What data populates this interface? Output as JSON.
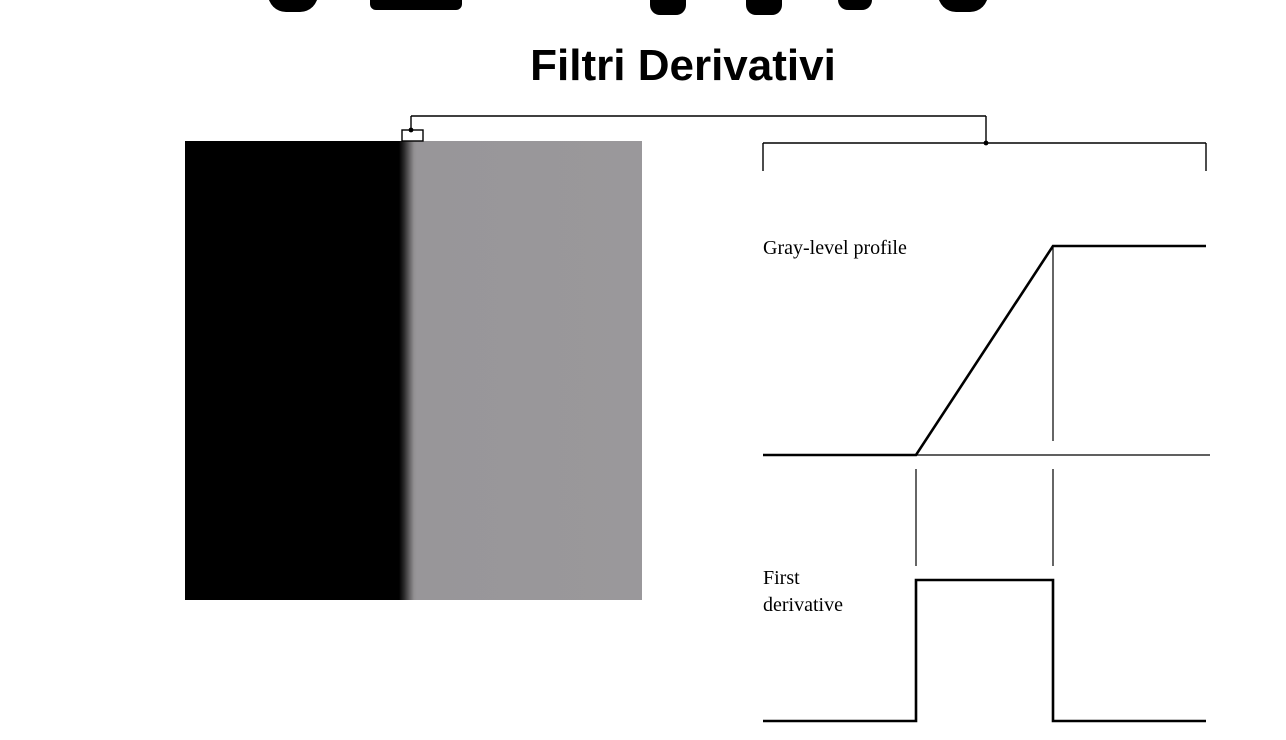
{
  "slide": {
    "title": "Filtri Derivativi"
  },
  "labels": {
    "profile": "Gray-level profile",
    "derivative_line1": "First",
    "derivative_line2": "derivative"
  },
  "colors": {
    "dark_region": "#000000",
    "gray_region": "#9a989b",
    "ink": "#000000"
  }
}
